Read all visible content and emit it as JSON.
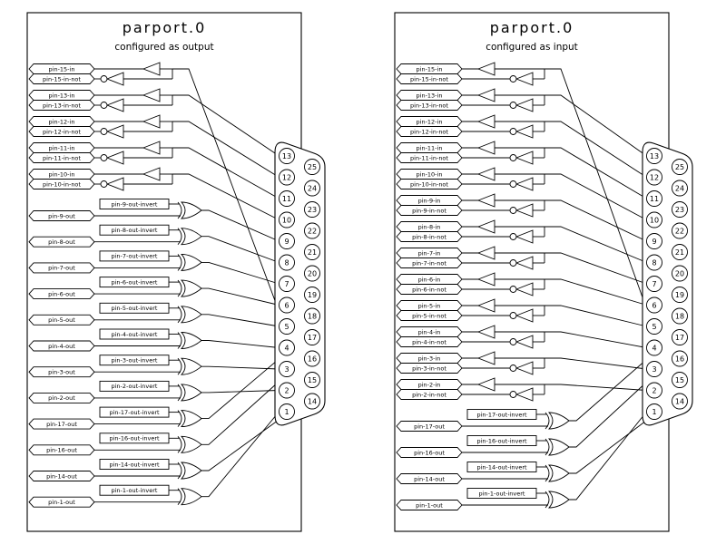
{
  "colors": {
    "line": "#000000",
    "background": "#ffffff"
  },
  "connector": {
    "left_column": [
      13,
      12,
      11,
      10,
      9,
      8,
      7,
      6,
      5,
      4,
      3,
      2,
      1
    ],
    "right_column": [
      25,
      24,
      23,
      22,
      21,
      20,
      19,
      18,
      17,
      16,
      15,
      14
    ]
  },
  "panels": [
    {
      "title": "parport.0",
      "subtitle": "configured as output",
      "in_pairs": [
        {
          "pin": "pin-15-in",
          "not": "pin-15-in-not",
          "conn": 15
        },
        {
          "pin": "pin-13-in",
          "not": "pin-13-in-not",
          "conn": 13
        },
        {
          "pin": "pin-12-in",
          "not": "pin-12-in-not",
          "conn": 12
        },
        {
          "pin": "pin-11-in",
          "not": "pin-11-in-not",
          "conn": 11
        },
        {
          "pin": "pin-10-in",
          "not": "pin-10-in-not",
          "conn": 10
        }
      ],
      "out_pins": [
        {
          "pin": "pin-9-out",
          "invert": "pin-9-out-invert",
          "conn": 9
        },
        {
          "pin": "pin-8-out",
          "invert": "pin-8-out-invert",
          "conn": 8
        },
        {
          "pin": "pin-7-out",
          "invert": "pin-7-out-invert",
          "conn": 7
        },
        {
          "pin": "pin-6-out",
          "invert": "pin-6-out-invert",
          "conn": 6
        },
        {
          "pin": "pin-5-out",
          "invert": "pin-5-out-invert",
          "conn": 5
        },
        {
          "pin": "pin-4-out",
          "invert": "pin-4-out-invert",
          "conn": 4
        },
        {
          "pin": "pin-3-out",
          "invert": "pin-3-out-invert",
          "conn": 3
        },
        {
          "pin": "pin-2-out",
          "invert": "pin-2-out-invert",
          "conn": 2
        },
        {
          "pin": "pin-17-out",
          "invert": "pin-17-out-invert",
          "conn": 17
        },
        {
          "pin": "pin-16-out",
          "invert": "pin-16-out-invert",
          "conn": 16
        },
        {
          "pin": "pin-14-out",
          "invert": "pin-14-out-invert",
          "conn": 14
        },
        {
          "pin": "pin-1-out",
          "invert": "pin-1-out-invert",
          "conn": 1
        }
      ]
    },
    {
      "title": "parport.0",
      "subtitle": "configured as input",
      "in_pairs": [
        {
          "pin": "pin-15-in",
          "not": "pin-15-in-not",
          "conn": 15
        },
        {
          "pin": "pin-13-in",
          "not": "pin-13-in-not",
          "conn": 13
        },
        {
          "pin": "pin-12-in",
          "not": "pin-12-in-not",
          "conn": 12
        },
        {
          "pin": "pin-11-in",
          "not": "pin-11-in-not",
          "conn": 11
        },
        {
          "pin": "pin-10-in",
          "not": "pin-10-in-not",
          "conn": 10
        },
        {
          "pin": "pin-9-in",
          "not": "pin-9-in-not",
          "conn": 9
        },
        {
          "pin": "pin-8-in",
          "not": "pin-8-in-not",
          "conn": 8
        },
        {
          "pin": "pin-7-in",
          "not": "pin-7-in-not",
          "conn": 7
        },
        {
          "pin": "pin-6-in",
          "not": "pin-6-in-not",
          "conn": 6
        },
        {
          "pin": "pin-5-in",
          "not": "pin-5-in-not",
          "conn": 5
        },
        {
          "pin": "pin-4-in",
          "not": "pin-4-in-not",
          "conn": 4
        },
        {
          "pin": "pin-3-in",
          "not": "pin-3-in-not",
          "conn": 3
        },
        {
          "pin": "pin-2-in",
          "not": "pin-2-in-not",
          "conn": 2
        }
      ],
      "out_pins": [
        {
          "pin": "pin-17-out",
          "invert": "pin-17-out-invert",
          "conn": 17
        },
        {
          "pin": "pin-16-out",
          "invert": "pin-16-out-invert",
          "conn": 16
        },
        {
          "pin": "pin-14-out",
          "invert": "pin-14-out-invert",
          "conn": 14
        },
        {
          "pin": "pin-1-out",
          "invert": "pin-1-out-invert",
          "conn": 1
        }
      ]
    }
  ]
}
